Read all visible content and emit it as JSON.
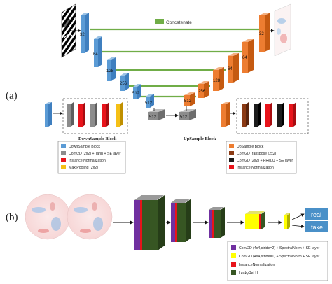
{
  "panel_a": {
    "label": "(a)",
    "concat_label": "Concatenate",
    "encoder_channels": [
      "32",
      "64",
      "128",
      "256",
      "512",
      "512"
    ],
    "decoder_channels": [
      "32",
      "64",
      "128",
      "256",
      "512"
    ],
    "bottom_channels": [
      "512",
      "512"
    ],
    "downsample_title": "DownSample Block",
    "upsample_title": "UpSample Block",
    "down_legend": [
      {
        "label": "DownSample Block",
        "color": "#5b9bd5"
      },
      {
        "label": "Conv2D (2x2) + Tanh + SE layer",
        "color": "#8c8c8c"
      },
      {
        "label": "Instance Normalization",
        "color": "#e8141b"
      },
      {
        "label": "Max Pooling (2x2)",
        "color": "#f5c016"
      }
    ],
    "up_legend": [
      {
        "label": "UpSample Block",
        "color": "#ed7d31"
      },
      {
        "label": "Conv2DTranspose (2x2)",
        "color": "#8b3a14"
      },
      {
        "label": "Conv2D (2x2) + PReLU + SE layer",
        "color": "#1c1c1c"
      },
      {
        "label": "Instance Normalization",
        "color": "#e8141b"
      }
    ]
  },
  "panel_b": {
    "label": "(b)",
    "outputs": [
      "real",
      "fake"
    ],
    "legend": [
      {
        "label": "Conv2D (4x4,stride=2) + SpectralNorm + SE layer",
        "color": "#7030a0"
      },
      {
        "label": "Conv2D (4x4,stride=1) + SpectralNorm + SE layer",
        "color": "#ffff00"
      },
      {
        "label": "InstanceNormalization",
        "color": "#e8141b"
      },
      {
        "label": "LeakyReLU",
        "color": "#375623"
      }
    ]
  },
  "colors": {
    "encoder": "#5b9bd5",
    "decoder": "#ed7d31",
    "bottleneck": "#8c8c8c",
    "concat_line": "#70ad47",
    "output_box": "#4a90c8"
  }
}
